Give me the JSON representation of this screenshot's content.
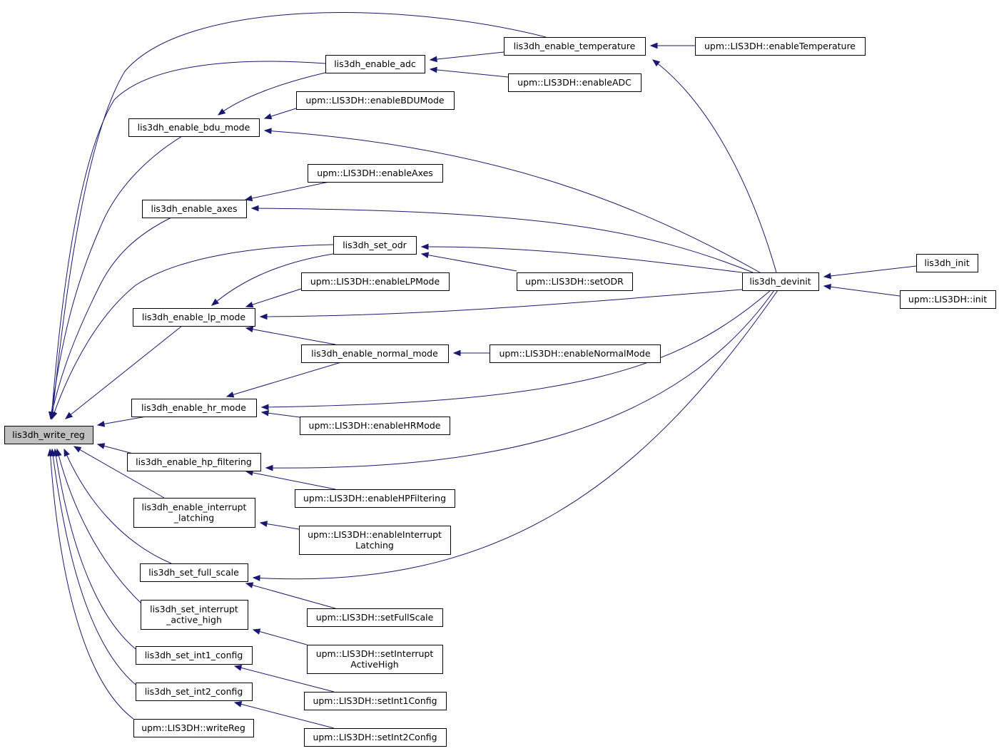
{
  "colors": {
    "edge": "#191970",
    "root_fill": "#bfbfbf",
    "node_fill": "#ffffff",
    "node_border": "#000000"
  },
  "nodes": [
    {
      "id": "write_reg",
      "lines": [
        "lis3dh_write_reg"
      ],
      "root": true
    },
    {
      "id": "en_temp",
      "lines": [
        "lis3dh_enable_temperature"
      ]
    },
    {
      "id": "upm_en_temp",
      "lines": [
        "upm::LIS3DH::enableTemperature"
      ]
    },
    {
      "id": "en_adc",
      "lines": [
        "lis3dh_enable_adc"
      ]
    },
    {
      "id": "upm_en_adc",
      "lines": [
        "upm::LIS3DH::enableADC"
      ]
    },
    {
      "id": "upm_en_bdu",
      "lines": [
        "upm::LIS3DH::enableBDUMode"
      ]
    },
    {
      "id": "en_bdu",
      "lines": [
        "lis3dh_enable_bdu_mode"
      ]
    },
    {
      "id": "upm_en_axes",
      "lines": [
        "upm::LIS3DH::enableAxes"
      ]
    },
    {
      "id": "en_axes",
      "lines": [
        "lis3dh_enable_axes"
      ]
    },
    {
      "id": "set_odr",
      "lines": [
        "lis3dh_set_odr"
      ]
    },
    {
      "id": "upm_set_odr",
      "lines": [
        "upm::LIS3DH::setODR"
      ]
    },
    {
      "id": "devinit",
      "lines": [
        "lis3dh_devinit"
      ]
    },
    {
      "id": "init",
      "lines": [
        "lis3dh_init"
      ]
    },
    {
      "id": "upm_init",
      "lines": [
        "upm::LIS3DH::init"
      ]
    },
    {
      "id": "upm_en_lp",
      "lines": [
        "upm::LIS3DH::enableLPMode"
      ]
    },
    {
      "id": "en_lp",
      "lines": [
        "lis3dh_enable_lp_mode"
      ]
    },
    {
      "id": "en_normal",
      "lines": [
        "lis3dh_enable_normal_mode"
      ]
    },
    {
      "id": "upm_en_normal",
      "lines": [
        "upm::LIS3DH::enableNormalMode"
      ]
    },
    {
      "id": "en_hr",
      "lines": [
        "lis3dh_enable_hr_mode"
      ]
    },
    {
      "id": "upm_en_hr",
      "lines": [
        "upm::LIS3DH::enableHRMode"
      ]
    },
    {
      "id": "en_hp",
      "lines": [
        "lis3dh_enable_hp_filtering"
      ]
    },
    {
      "id": "upm_en_hp",
      "lines": [
        "upm::LIS3DH::enableHPFiltering"
      ]
    },
    {
      "id": "en_int_latch",
      "lines": [
        "lis3dh_enable_interrupt",
        "_latching"
      ]
    },
    {
      "id": "upm_en_int_latch",
      "lines": [
        "upm::LIS3DH::enableInterrupt",
        "Latching"
      ]
    },
    {
      "id": "set_fs",
      "lines": [
        "lis3dh_set_full_scale"
      ]
    },
    {
      "id": "upm_set_fs",
      "lines": [
        "upm::LIS3DH::setFullScale"
      ]
    },
    {
      "id": "set_int_ah",
      "lines": [
        "lis3dh_set_interrupt",
        "_active_high"
      ]
    },
    {
      "id": "upm_set_int_ah",
      "lines": [
        "upm::LIS3DH::setInterrupt",
        "ActiveHigh"
      ]
    },
    {
      "id": "set_int1",
      "lines": [
        "lis3dh_set_int1_config"
      ]
    },
    {
      "id": "upm_set_int1",
      "lines": [
        "upm::LIS3DH::setInt1Config"
      ]
    },
    {
      "id": "set_int2",
      "lines": [
        "lis3dh_set_int2_config"
      ]
    },
    {
      "id": "upm_set_int2",
      "lines": [
        "upm::LIS3DH::setInt2Config"
      ]
    },
    {
      "id": "upm_write_reg",
      "lines": [
        "upm::LIS3DH::writeReg"
      ]
    }
  ],
  "edges": [
    {
      "from": "en_temp",
      "to": "write_reg"
    },
    {
      "from": "en_adc",
      "to": "write_reg"
    },
    {
      "from": "en_bdu",
      "to": "write_reg"
    },
    {
      "from": "en_axes",
      "to": "write_reg"
    },
    {
      "from": "set_odr",
      "to": "write_reg"
    },
    {
      "from": "en_lp",
      "to": "write_reg"
    },
    {
      "from": "en_hr",
      "to": "write_reg"
    },
    {
      "from": "en_hp",
      "to": "write_reg"
    },
    {
      "from": "en_int_latch",
      "to": "write_reg"
    },
    {
      "from": "set_fs",
      "to": "write_reg"
    },
    {
      "from": "set_int_ah",
      "to": "write_reg"
    },
    {
      "from": "set_int1",
      "to": "write_reg"
    },
    {
      "from": "set_int2",
      "to": "write_reg"
    },
    {
      "from": "upm_write_reg",
      "to": "write_reg"
    },
    {
      "from": "en_temp",
      "to": "en_adc"
    },
    {
      "from": "upm_en_adc",
      "to": "en_adc"
    },
    {
      "from": "upm_en_temp",
      "to": "en_temp"
    },
    {
      "from": "devinit",
      "to": "en_temp"
    },
    {
      "from": "en_adc",
      "to": "en_bdu"
    },
    {
      "from": "upm_en_bdu",
      "to": "en_bdu"
    },
    {
      "from": "devinit",
      "to": "en_bdu"
    },
    {
      "from": "upm_en_axes",
      "to": "en_axes"
    },
    {
      "from": "devinit",
      "to": "en_axes"
    },
    {
      "from": "devinit",
      "to": "set_odr"
    },
    {
      "from": "upm_set_odr",
      "to": "set_odr"
    },
    {
      "from": "set_odr",
      "to": "en_lp"
    },
    {
      "from": "upm_en_lp",
      "to": "en_lp"
    },
    {
      "from": "devinit",
      "to": "en_lp"
    },
    {
      "from": "en_normal",
      "to": "en_lp"
    },
    {
      "from": "upm_en_normal",
      "to": "en_normal"
    },
    {
      "from": "en_normal",
      "to": "en_hr"
    },
    {
      "from": "devinit",
      "to": "en_hr"
    },
    {
      "from": "upm_en_hr",
      "to": "en_hr"
    },
    {
      "from": "devinit",
      "to": "en_hp"
    },
    {
      "from": "upm_en_hp",
      "to": "en_hp"
    },
    {
      "from": "upm_en_int_latch",
      "to": "en_int_latch"
    },
    {
      "from": "devinit",
      "to": "set_fs"
    },
    {
      "from": "upm_set_fs",
      "to": "set_fs"
    },
    {
      "from": "upm_set_int_ah",
      "to": "set_int_ah"
    },
    {
      "from": "upm_set_int1",
      "to": "set_int1"
    },
    {
      "from": "upm_set_int2",
      "to": "set_int2"
    },
    {
      "from": "init",
      "to": "devinit"
    },
    {
      "from": "upm_init",
      "to": "devinit"
    }
  ]
}
